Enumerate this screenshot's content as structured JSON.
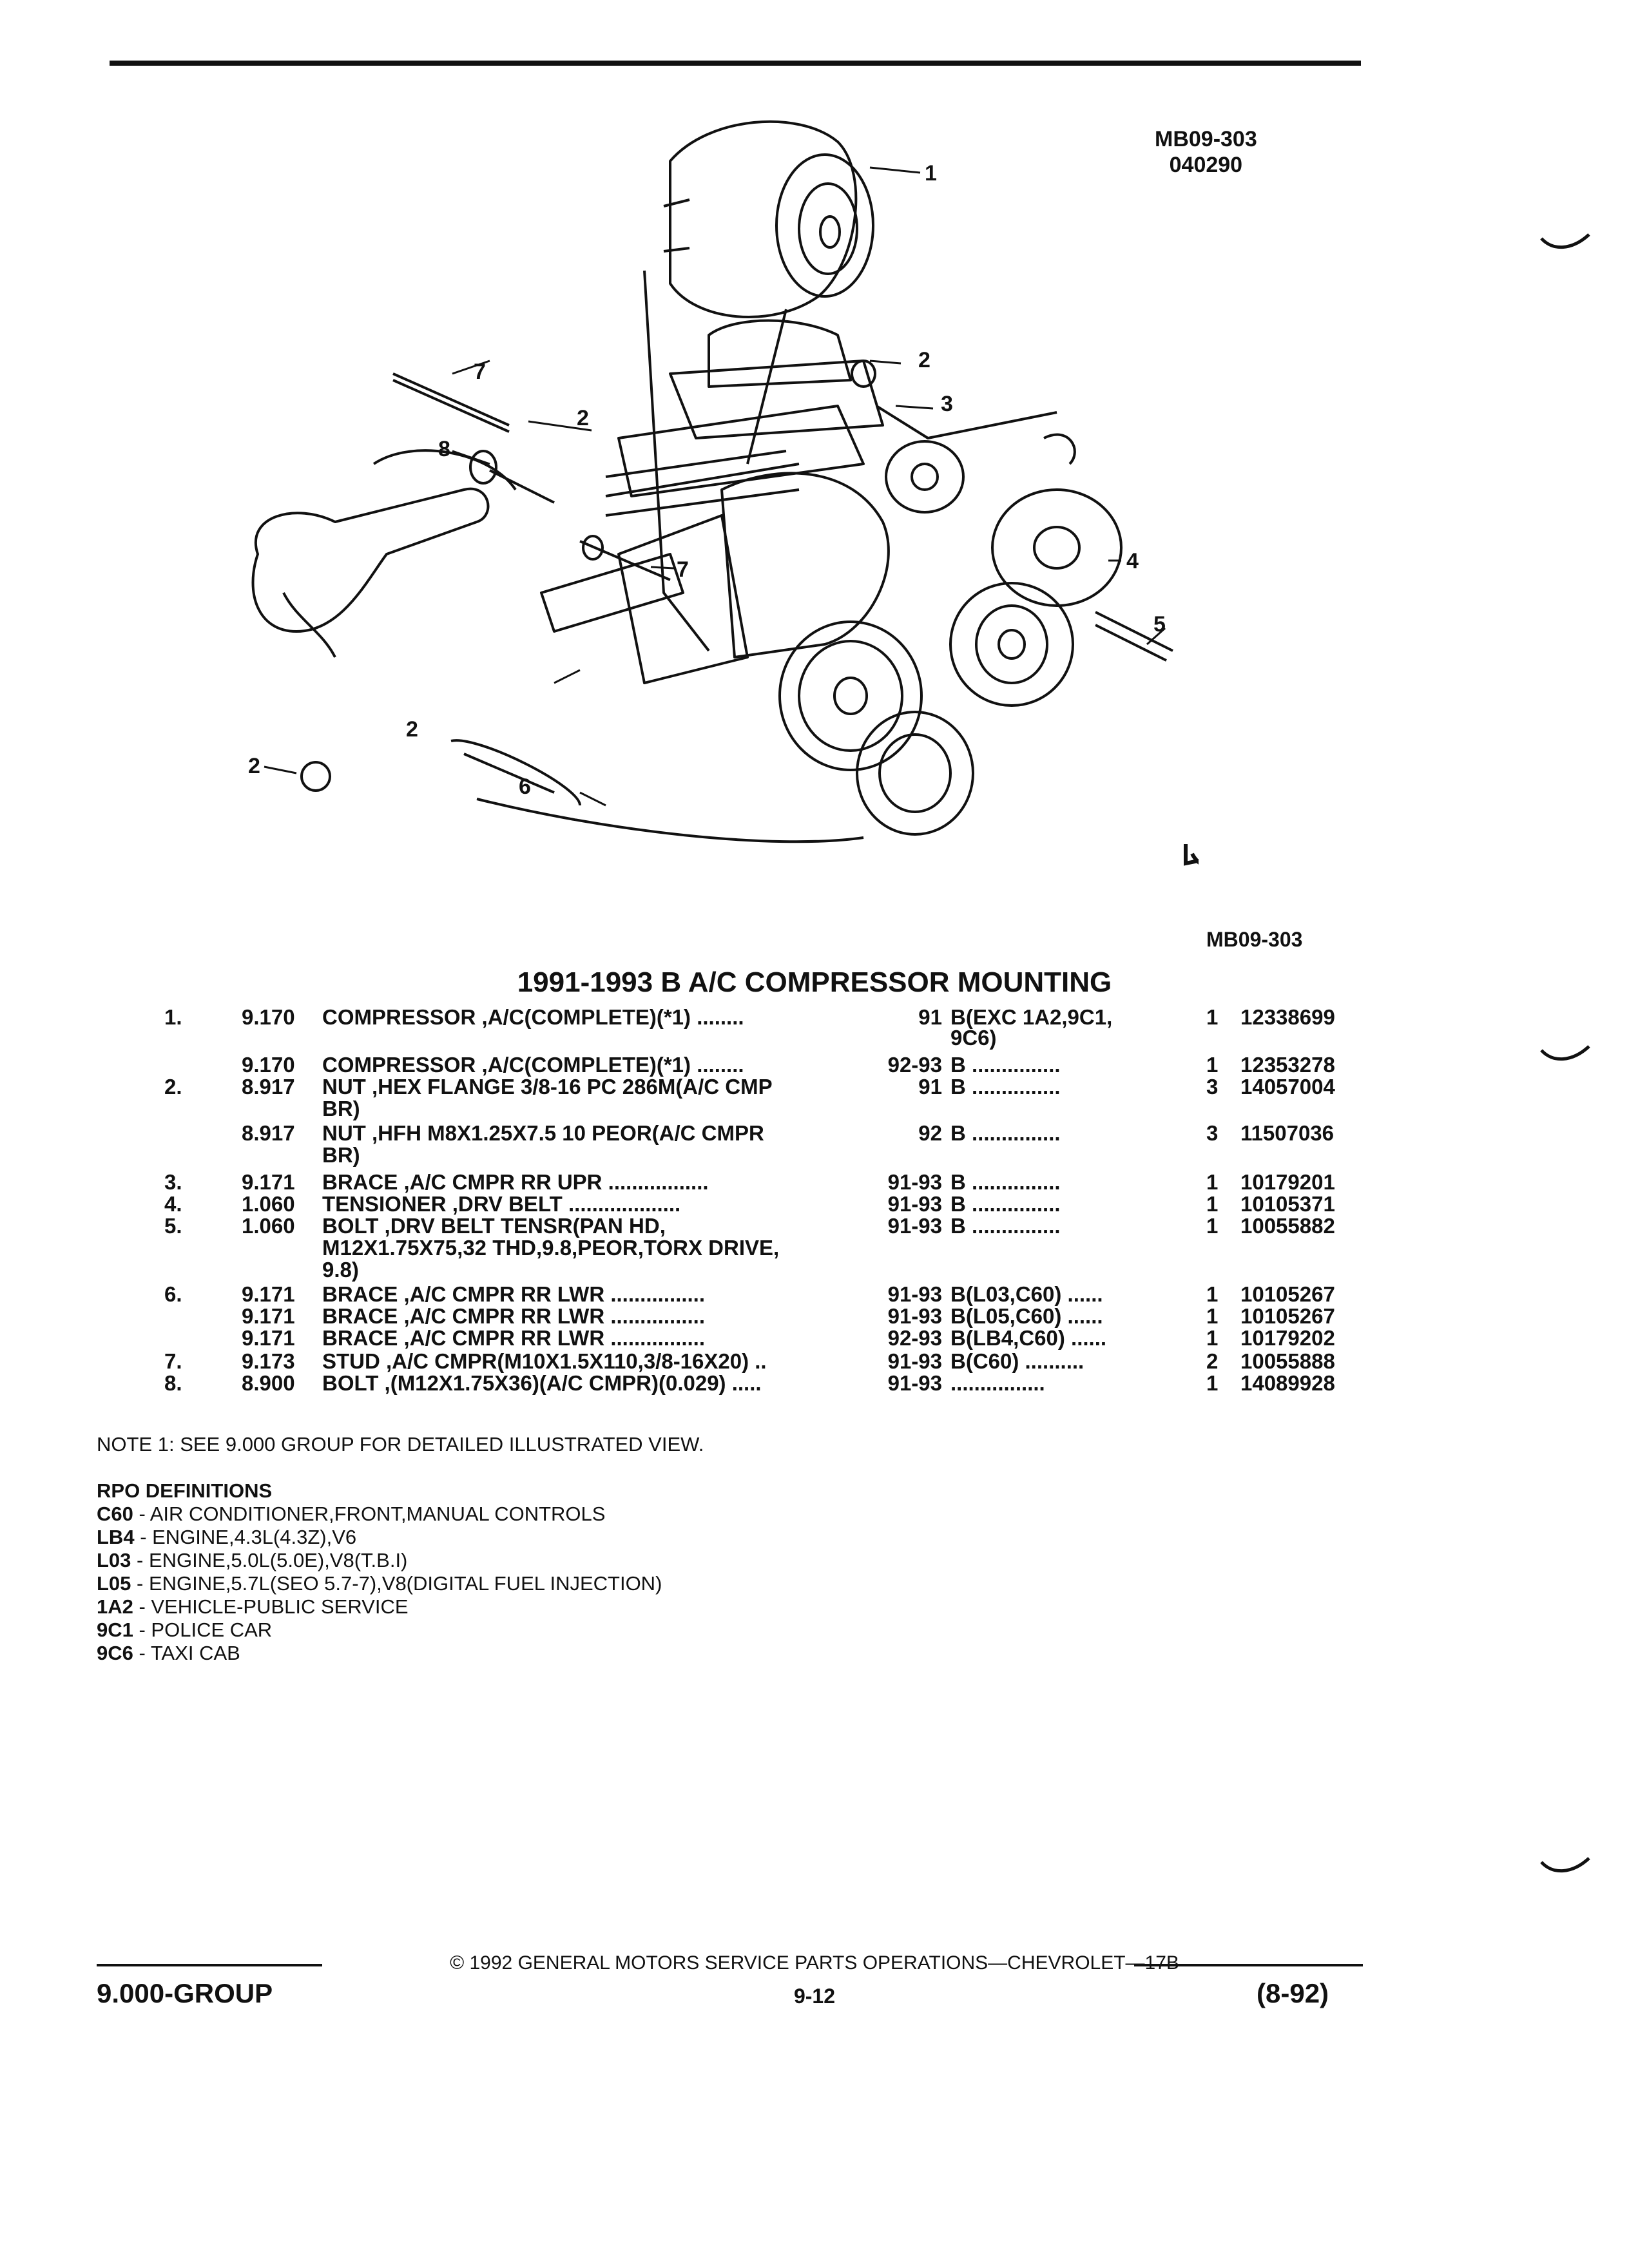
{
  "header": {
    "ref_code": "MB09-303",
    "ref_date": "040290"
  },
  "diagram": {
    "callouts": [
      "1",
      "2",
      "3",
      "7",
      "2",
      "8",
      "7",
      "4",
      "5",
      "2",
      "6",
      "2"
    ],
    "logo_text": "",
    "code": "MB09-303"
  },
  "title": "1991-1993 B A/C COMPRESSOR MOUNTING",
  "parts": [
    {
      "num": "1.",
      "group": "9.170",
      "desc": "COMPRESSOR ,A/C(COMPLETE)(*1) ........",
      "year": "91",
      "model": "B(EXC 1A2,9C1,",
      "qty": "1",
      "pn": "12338699"
    },
    {
      "num": "",
      "group": "",
      "desc": "",
      "year": "",
      "model": "9C6)",
      "qty": "",
      "pn": ""
    },
    {
      "num": "",
      "group": "9.170",
      "desc": "COMPRESSOR ,A/C(COMPLETE)(*1) ........",
      "year": "92-93",
      "model": "B ...............",
      "qty": "1",
      "pn": "12353278"
    },
    {
      "num": "2.",
      "group": "8.917",
      "desc": "NUT ,HEX FLANGE 3/8-16 PC 286M(A/C CMP",
      "year": "91",
      "model": "B ...............",
      "qty": "3",
      "pn": "14057004"
    },
    {
      "num": "",
      "group": "",
      "desc": "BR)",
      "year": "",
      "model": "",
      "qty": "",
      "pn": ""
    },
    {
      "num": "",
      "group": "8.917",
      "desc": "NUT ,HFH M8X1.25X7.5 10 PEOR(A/C CMPR",
      "year": "92",
      "model": "B ...............",
      "qty": "3",
      "pn": "11507036"
    },
    {
      "num": "",
      "group": "",
      "desc": "BR)",
      "year": "",
      "model": "",
      "qty": "",
      "pn": ""
    },
    {
      "num": "3.",
      "group": "9.171",
      "desc": "BRACE ,A/C CMPR RR UPR .................",
      "year": "91-93",
      "model": "B ...............",
      "qty": "1",
      "pn": "10179201"
    },
    {
      "num": "4.",
      "group": "1.060",
      "desc": "TENSIONER ,DRV BELT ...................",
      "year": "91-93",
      "model": "B ...............",
      "qty": "1",
      "pn": "10105371"
    },
    {
      "num": "5.",
      "group": "1.060",
      "desc": "BOLT ,DRV BELT TENSR(PAN HD,",
      "year": "91-93",
      "model": "B ...............",
      "qty": "1",
      "pn": "10055882"
    },
    {
      "num": "",
      "group": "",
      "desc": "M12X1.75X75,32 THD,9.8,PEOR,TORX DRIVE,",
      "year": "",
      "model": "",
      "qty": "",
      "pn": ""
    },
    {
      "num": "",
      "group": "",
      "desc": "9.8)",
      "year": "",
      "model": "",
      "qty": "",
      "pn": ""
    },
    {
      "num": "6.",
      "group": "9.171",
      "desc": "BRACE ,A/C CMPR RR LWR ................",
      "year": "91-93",
      "model": "B(L03,C60) ......",
      "qty": "1",
      "pn": "10105267"
    },
    {
      "num": "",
      "group": "9.171",
      "desc": "BRACE ,A/C CMPR RR LWR ................",
      "year": "91-93",
      "model": "B(L05,C60) ......",
      "qty": "1",
      "pn": "10105267"
    },
    {
      "num": "",
      "group": "9.171",
      "desc": "BRACE ,A/C CMPR RR LWR ................",
      "year": "92-93",
      "model": "B(LB4,C60) ......",
      "qty": "1",
      "pn": "10179202"
    },
    {
      "num": "7.",
      "group": "9.173",
      "desc": "STUD ,A/C CMPR(M10X1.5X110,3/8-16X20) ..",
      "year": "91-93",
      "model": "B(C60) ..........",
      "qty": "2",
      "pn": "10055888"
    },
    {
      "num": "8.",
      "group": "8.900",
      "desc": "BOLT ,(M12X1.75X36)(A/C CMPR)(0.029) .....",
      "year": "91-93",
      "model": "................",
      "qty": "1",
      "pn": "14089928"
    }
  ],
  "note": "NOTE 1: SEE 9.000 GROUP FOR DETAILED ILLUSTRATED VIEW.",
  "rpo": {
    "heading": "RPO DEFINITIONS",
    "items": [
      {
        "code": "C60",
        "text": " - AIR CONDITIONER,FRONT,MANUAL CONTROLS"
      },
      {
        "code": "LB4",
        "text": " - ENGINE,4.3L(4.3Z),V6"
      },
      {
        "code": "L03",
        "text": " - ENGINE,5.0L(5.0E),V8(T.B.I)"
      },
      {
        "code": "L05",
        "text": " - ENGINE,5.7L(SEO 5.7-7),V8(DIGITAL FUEL INJECTION)"
      },
      {
        "code": "1A2",
        "text": " - VEHICLE-PUBLIC SERVICE"
      },
      {
        "code": "9C1",
        "text": " - POLICE CAR"
      },
      {
        "code": "9C6",
        "text": " - TAXI CAB"
      }
    ]
  },
  "footer": {
    "copyright": "© 1992 GENERAL MOTORS SERVICE PARTS OPERATIONS—CHEVROLET—17B",
    "group": "9.000-GROUP",
    "page": "9-12",
    "date": "(8-92)"
  }
}
